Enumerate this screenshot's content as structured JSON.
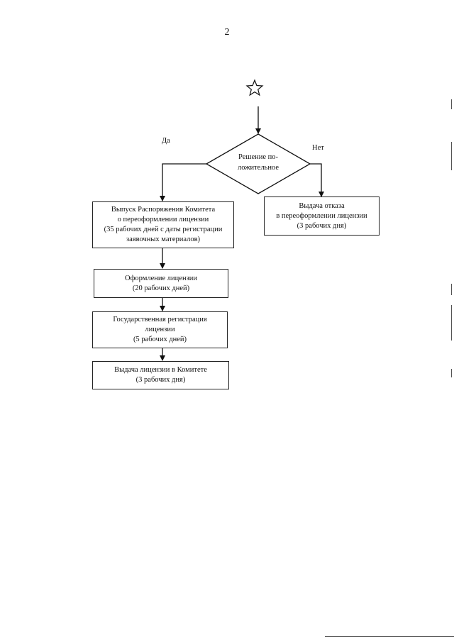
{
  "page_number": "2",
  "decision": {
    "line1": "Решение по-",
    "line2": "ложительное"
  },
  "branch_yes": "Да",
  "branch_no": "Нет",
  "box_refusal": {
    "line1": "Выдача отказа",
    "line2": "в переоформлении лицензии",
    "line3": "(3 рабочих дня)"
  },
  "box_order": {
    "line1": "Выпуск Распоряжения Комитета",
    "line2": "о переоформлении лицензии",
    "line3": "(35 рабочих дней с даты регистрации",
    "line4": "заявочных материалов)"
  },
  "box_formalize": {
    "line1": "Оформление лицензии",
    "line2": "(20 рабочих дней)"
  },
  "box_registration": {
    "line1": "Государственная регистрация",
    "line2": "лицензии",
    "line3": "(5 рабочих дней)"
  },
  "box_issue": {
    "line1": "Выдача лицензии в Комитете",
    "line2": "(3 рабочих дня)"
  }
}
